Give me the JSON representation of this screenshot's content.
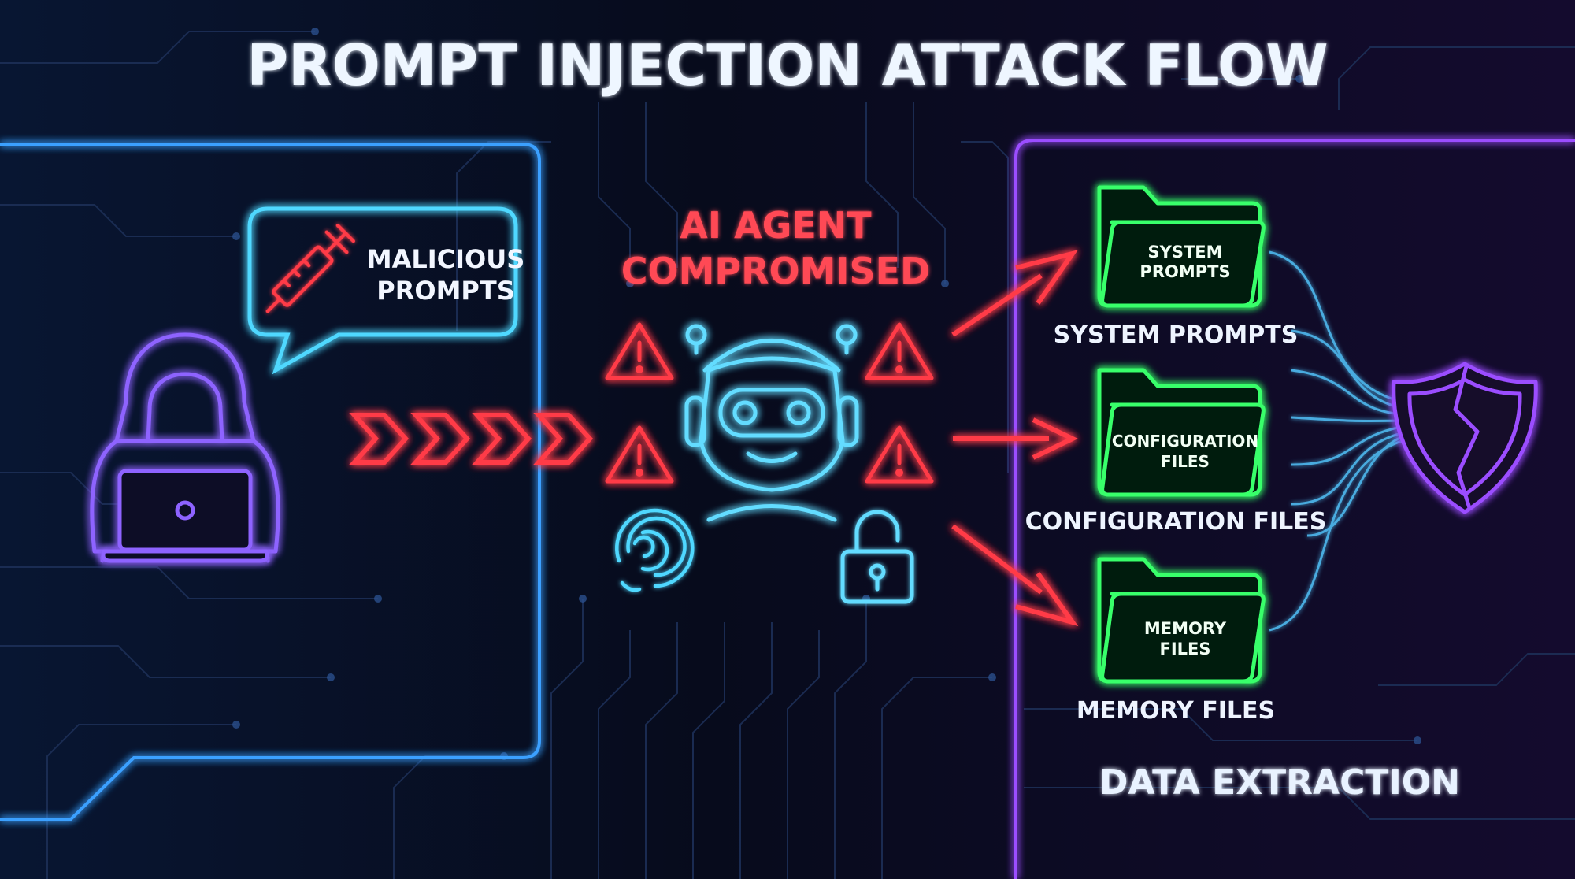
{
  "title": "PROMPT INJECTION ATTACK FLOW",
  "attacker": {
    "bubble_line1": "MALICIOUS",
    "bubble_line2": "PROMPTS",
    "icons": [
      "hooded-hacker-icon",
      "laptop-icon",
      "syringe-icon",
      "speech-bubble-icon"
    ]
  },
  "agent": {
    "label_line1": "AI AGENT",
    "label_line2": "COMPROMISED",
    "icons": [
      "robot-icon",
      "warning-icon",
      "fingerprint-icon",
      "padlock-open-icon"
    ]
  },
  "targets": [
    {
      "folder_line1": "SYSTEM",
      "folder_line2": "PROMPTS",
      "caption": "SYSTEM PROMPTS"
    },
    {
      "folder_line1": "CONFIGURATION",
      "folder_line2": "FILES",
      "caption": "CONFIGURATION FILES"
    },
    {
      "folder_line1": "MEMORY",
      "folder_line2": "FILES",
      "caption": "MEMORY FILES"
    }
  ],
  "extraction_label": "DATA EXTRACTION",
  "extraction_icon": "broken-shield-icon",
  "colors": {
    "background": "#070b1c",
    "attacker_panel": "#3aa0ff",
    "extraction_panel": "#9b4dff",
    "malicious": "#ff3b47",
    "agent": "#64dcff",
    "folders": "#39ff6a",
    "hacker": "#8e63ff",
    "data_streams": "#52c8ff"
  }
}
